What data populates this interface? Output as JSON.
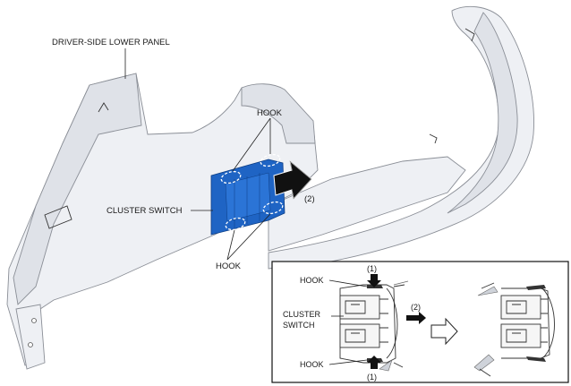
{
  "labels": {
    "panel": "DRIVER-SIDE LOWER PANEL",
    "hook_top": "HOOK",
    "hook_bottom": "HOOK",
    "cluster_switch": "CLUSTER SWITCH",
    "step_main": "(2)"
  },
  "inset": {
    "hook_top": "HOOK",
    "hook_bottom": "HOOK",
    "cluster_line1": "CLUSTER",
    "cluster_line2": "SWITCH",
    "step_top": "(1)",
    "step_bottom": "(1)",
    "step_side": "(2)"
  },
  "colors": {
    "switch_blue": "#1f64c4",
    "arrow_black": "#111111",
    "panel_fill": "#eef0f4"
  }
}
